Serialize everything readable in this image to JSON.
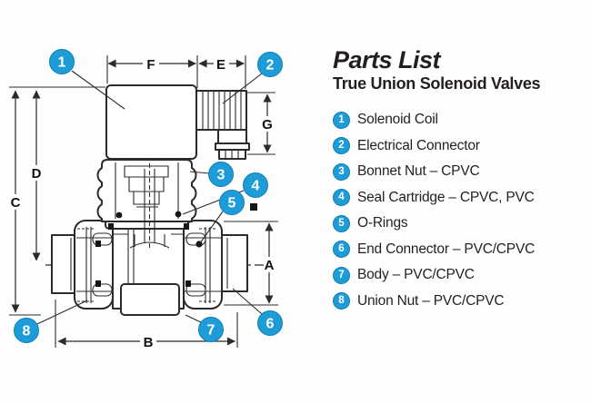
{
  "title_block": {
    "title": "Parts List",
    "subtitle": "True Union Solenoid Valves"
  },
  "parts": [
    {
      "num": "1",
      "name": "Solenoid Coil"
    },
    {
      "num": "2",
      "name": "Electrical Connector"
    },
    {
      "num": "3",
      "name": "Bonnet Nut – CPVC"
    },
    {
      "num": "4",
      "name": "Seal Cartridge – CPVC, PVC"
    },
    {
      "num": "5",
      "name": "O-Rings"
    },
    {
      "num": "6",
      "name": "End Connector – PVC/CPVC"
    },
    {
      "num": "7",
      "name": "Body – PVC/CPVC"
    },
    {
      "num": "8",
      "name": "Union Nut – PVC/CPVC"
    }
  ],
  "diagram": {
    "callouts": {
      "c1": "1",
      "c2": "2",
      "c3": "3",
      "c4": "4",
      "c5": "5",
      "c6": "6",
      "c7": "7",
      "c8": "8"
    },
    "dims": {
      "A": "A",
      "B": "B",
      "C": "C",
      "D": "D",
      "E": "E",
      "F": "F",
      "G": "G"
    }
  },
  "colors": {
    "badge_blue": "#1E9CD8",
    "line": "#2b2b2b",
    "text": "#231f20"
  }
}
